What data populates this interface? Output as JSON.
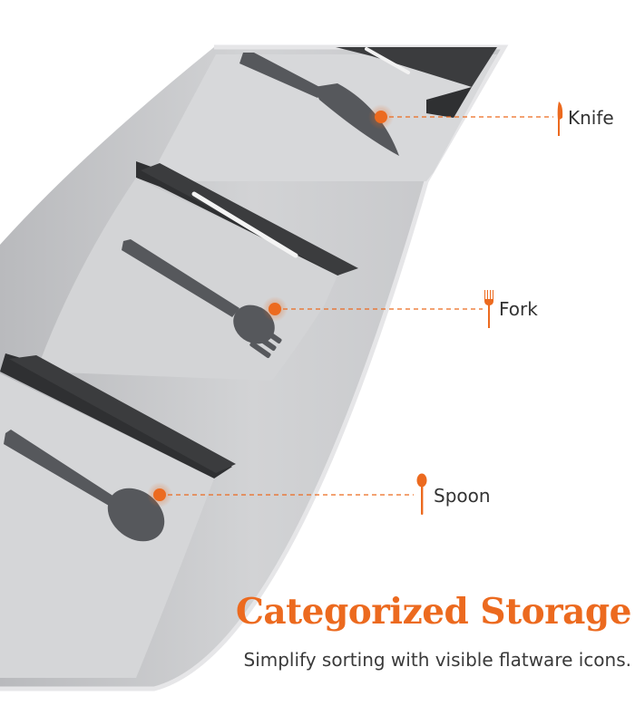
{
  "callouts": [
    {
      "label": "Knife",
      "icon": "knife-icon"
    },
    {
      "label": "Fork",
      "icon": "fork-icon"
    },
    {
      "label": "Spoon",
      "icon": "spoon-icon"
    }
  ],
  "headline": "Categorized Storage",
  "subheadline": "Simplify sorting with visible flatware icons.",
  "colors": {
    "accent": "#ec6a1f",
    "tray": "#c9cacc",
    "compartment": "#d3d4d6",
    "divider": "#3b3c3e",
    "utensil": "#5b5d61"
  }
}
